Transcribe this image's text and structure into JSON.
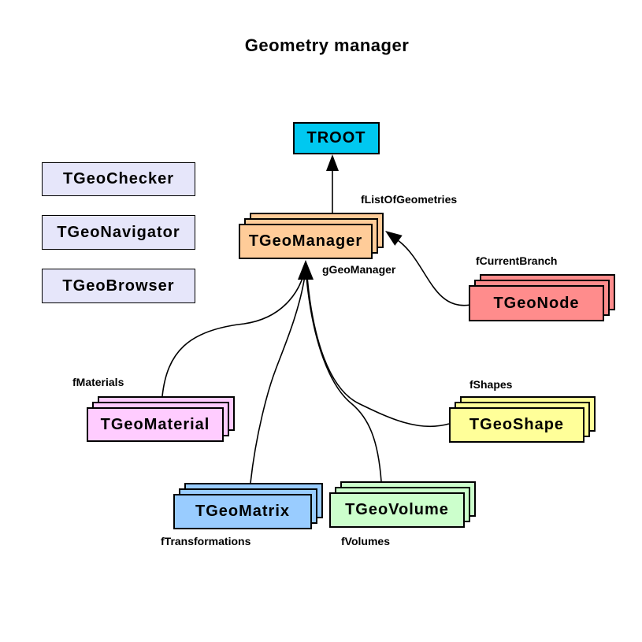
{
  "title": "Geometry manager",
  "nodes": {
    "troot": {
      "label": "TROOT",
      "color": "#00C8F0"
    },
    "checker": {
      "label": "TGeoChecker",
      "color": "#E6E6FA"
    },
    "navigator": {
      "label": "TGeoNavigator",
      "color": "#E6E6FA"
    },
    "browser": {
      "label": "TGeoBrowser",
      "color": "#E6E6FA"
    },
    "manager": {
      "label": "TGeoManager",
      "color": "#FFCC99"
    },
    "node": {
      "label": "TGeoNode",
      "color": "#FF8C8C"
    },
    "material": {
      "label": "TGeoMaterial",
      "color": "#FFCCFF"
    },
    "shape": {
      "label": "TGeoShape",
      "color": "#FFFF99"
    },
    "matrix": {
      "label": "TGeoMatrix",
      "color": "#99CCFF"
    },
    "volume": {
      "label": "TGeoVolume",
      "color": "#CCFFCC"
    }
  },
  "relation_labels": {
    "list_of_geometries": "fListOfGeometries",
    "g_geo_manager": "gGeoManager",
    "current_branch": "fCurrentBranch",
    "materials": "fMaterials",
    "shapes": "fShapes",
    "transformations": "fTransformations",
    "volumes": "fVolumes"
  },
  "line_color": "#000000"
}
